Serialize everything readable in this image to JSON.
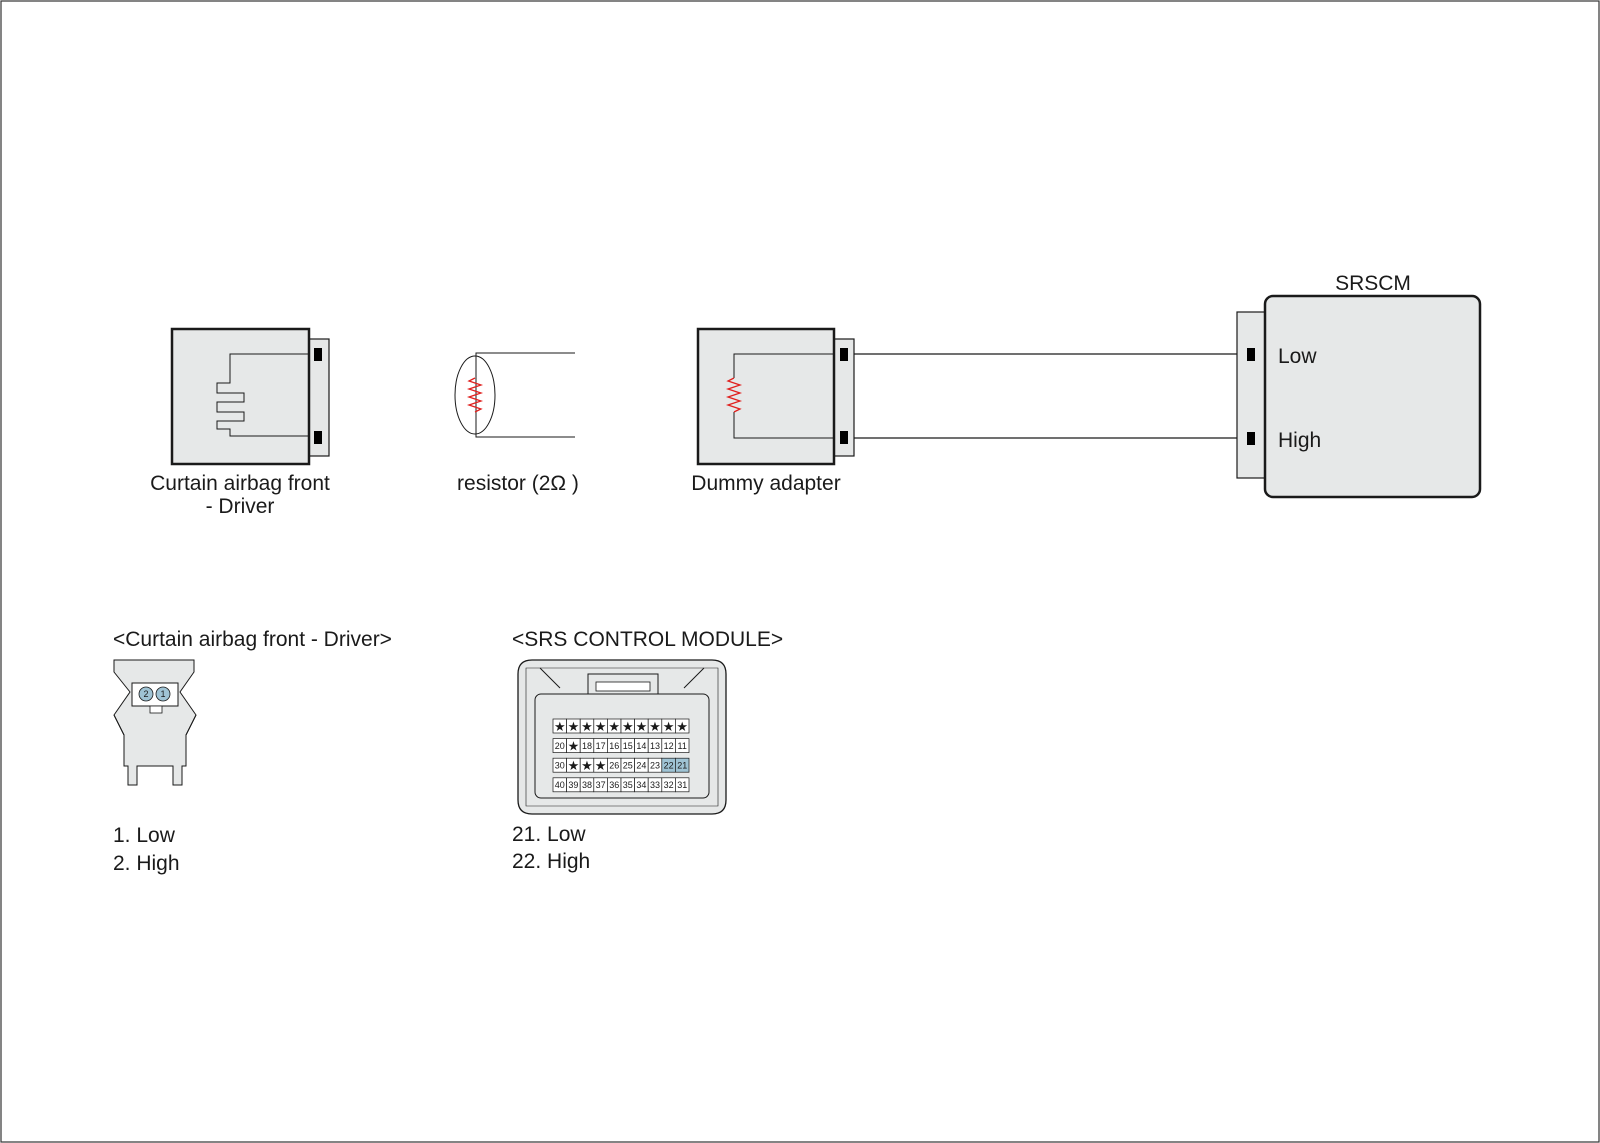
{
  "colors": {
    "component_fill": "#e6e8e8",
    "resistor": "#e0201e",
    "highlight_pin": "#9fc3d4",
    "line": "#1a1a1a"
  },
  "labels": {
    "srscm_title": "SRSCM",
    "srscm_low": "Low",
    "srscm_high": "High",
    "curtain_line1": "Curtain airbag front",
    "curtain_line2": "- Driver",
    "resistor": "resistor (2Ω )",
    "dummy": "Dummy adapter"
  },
  "connectors": {
    "curtain": {
      "title": "<Curtain airbag front - Driver>",
      "pins": [
        {
          "no": "2",
          "label": "2"
        },
        {
          "no": "1",
          "label": "1"
        }
      ],
      "legend": [
        "1. Low",
        "2. High"
      ]
    },
    "srs": {
      "title": "<SRS CONTROL MODULE>",
      "rows": [
        [
          "★",
          "★",
          "★",
          "★",
          "★",
          "★",
          "★",
          "★",
          "★",
          "★"
        ],
        [
          "20",
          "★",
          "18",
          "17",
          "16",
          "15",
          "14",
          "13",
          "12",
          "11"
        ],
        [
          "30",
          "★",
          "★",
          "★",
          "26",
          "25",
          "24",
          "23",
          "22",
          "21"
        ],
        [
          "40",
          "39",
          "38",
          "37",
          "36",
          "35",
          "34",
          "33",
          "32",
          "31"
        ]
      ],
      "highlighted": [
        "22",
        "21"
      ],
      "legend": [
        "21. Low",
        "22. High"
      ]
    }
  }
}
